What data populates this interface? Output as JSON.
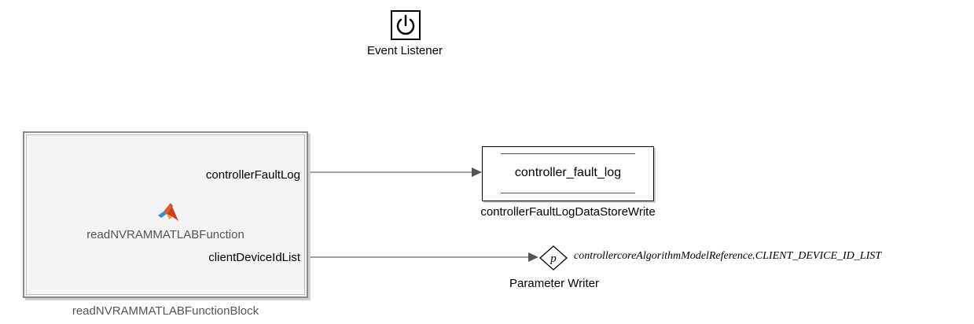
{
  "event_listener": {
    "label": "Event Listener",
    "icon": "power-icon"
  },
  "matlab_function_block": {
    "inner_name": "readNVRAMMATLABFunction",
    "name": "readNVRAMMATLABFunctionBlock",
    "icon": "matlab-logo-icon",
    "output_ports": [
      "controllerFaultLog",
      "clientDeviceIdList"
    ]
  },
  "data_store_write": {
    "content": "controller_fault_log",
    "name": "controllerFaultLogDataStoreWrite"
  },
  "parameter_writer": {
    "symbol": "p",
    "parameter_path": "controllercoreAlgorithmModelReference.CLIENT_DEVICE_ID_LIST",
    "name": "Parameter Writer"
  },
  "colors": {
    "block_fill": "#f4f4f4",
    "block_border": "#8a8a8a",
    "wire": "#666666",
    "matlab_orange": "#e3562a",
    "matlab_blue": "#2f8fd1"
  }
}
